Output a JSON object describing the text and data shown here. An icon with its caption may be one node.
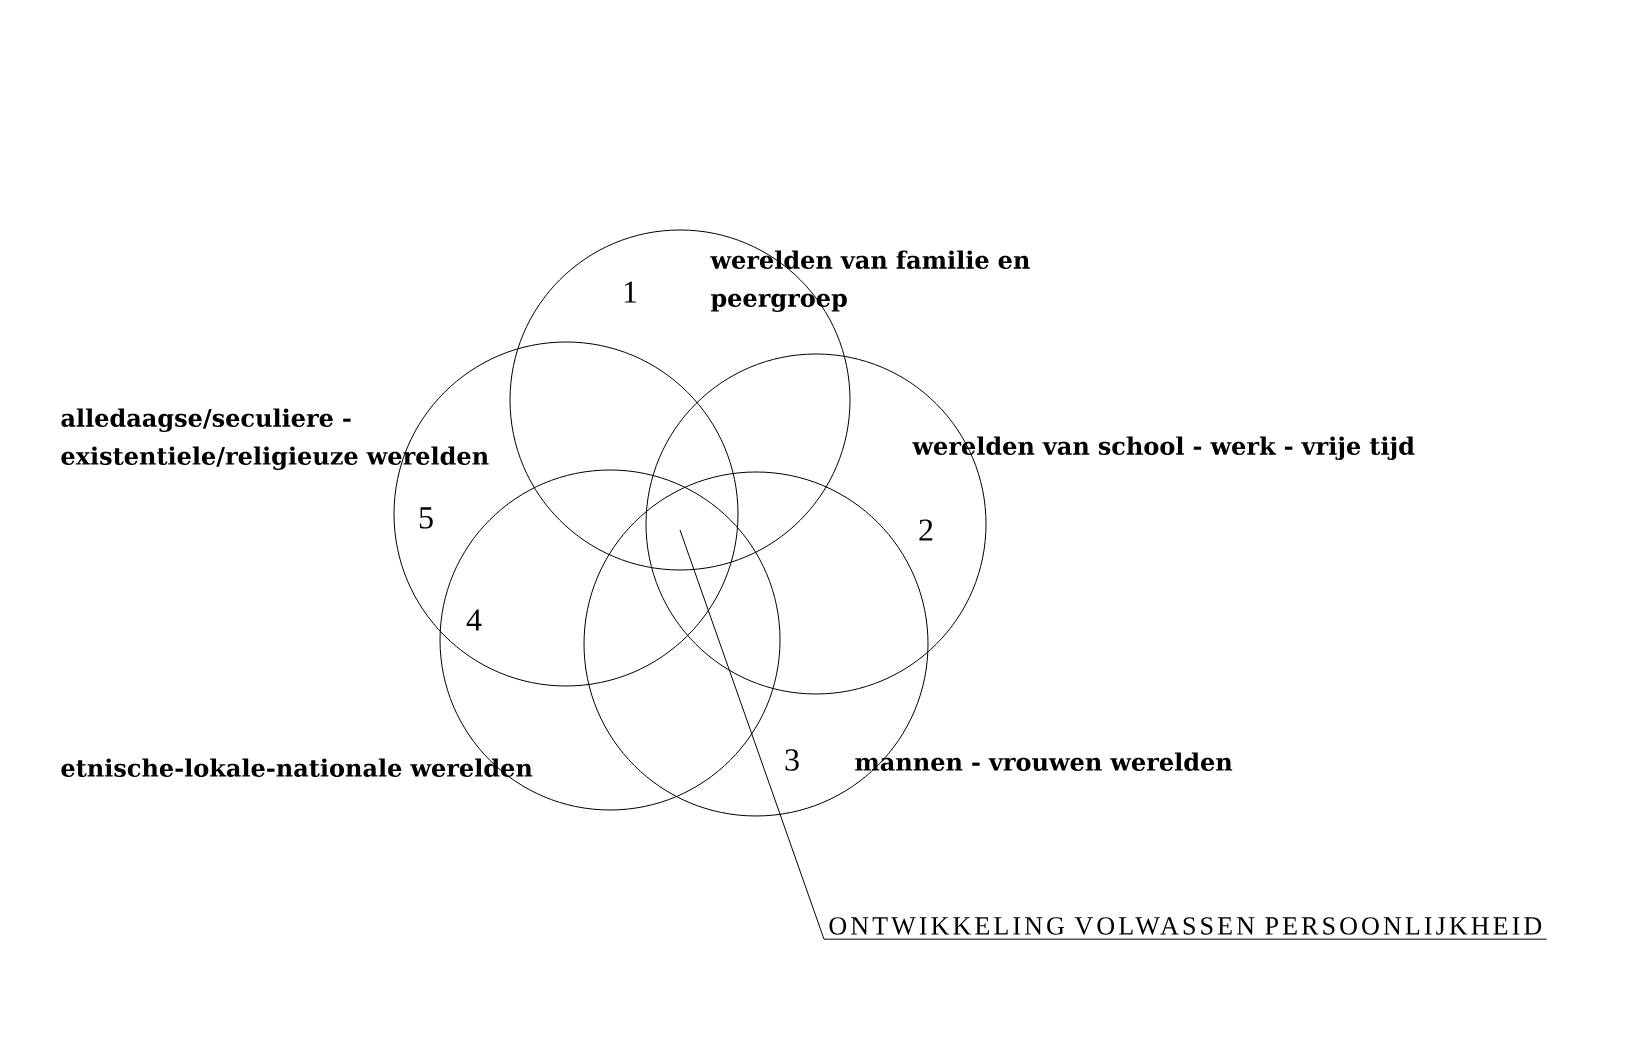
{
  "diagram": {
    "nodes": [
      {
        "text": [
          "1"
        ],
        "beside": [
          "werelden van familie en peergroep"
        ]
      },
      {
        "text": [
          "5"
        ],
        "beside": [
          "alledaagse/seculiere - existentiele/religieuze werelden"
        ]
      },
      {
        "text": [
          "2"
        ],
        "beside": [
          "werelden van school - werk - vrije tijd"
        ]
      },
      {
        "text": [
          "4"
        ],
        "beside": [
          "etnische-lokale-nationale werelden"
        ]
      },
      {
        "text": [
          "3"
        ],
        "beside": [
          "mannen - vrouwen werelden"
        ]
      },
      {
        "text": [
          "ONTWIKKELING VOLWASSEN PERSOONLIJKHEID"
        ]
      }
    ],
    "edges": [
      {
        "from": 5,
        "to": 0,
        "arrow": "none"
      }
    ]
  }
}
